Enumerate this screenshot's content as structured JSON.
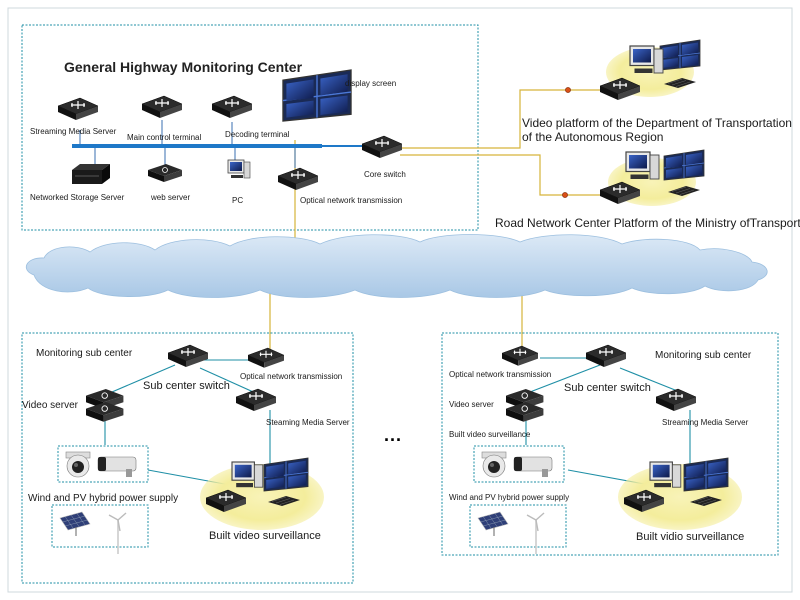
{
  "title": "General Highway Monitoring Center",
  "colors": {
    "box_border": "#1f8fa6",
    "fiber_line": "#d6b43a",
    "bus_line": "#1e78c8",
    "net_line": "#1f8fa6",
    "connector_dot": "#d94f17",
    "cloud": "#bcd7ee",
    "accent_yellow_glow": "#f4ed9c"
  },
  "main_center": {
    "labels": {
      "display_screen": "display screen",
      "streaming_media_server": "Streaming Media Server",
      "main_control_terminal": "Main control terminal",
      "decoding_terminal": "Decoding terminal",
      "core_switch": "Core switch",
      "networked_storage_server": "Networked Storage Server",
      "web_server": "web server",
      "pc": "PC",
      "optical_network_transmission": "Optical network transmission"
    }
  },
  "external_platforms": [
    {
      "label": "Video platform of the Department of Transportation\nof the Autonomous Region"
    },
    {
      "label": "Road Network Center Platform of the Ministry ofTransport"
    }
  ],
  "sub_centers": [
    {
      "title": "Monitoring sub center",
      "sub_center_switch": "Sub center switch",
      "optical_network_transmission": "Optical network transmission",
      "video_server": "Video server",
      "streaming_media_server": "Steaming Media Server",
      "power_supply": "Wind and PV hybrid power supply",
      "built_video_surveillance": "Built video surveillance"
    },
    {
      "title": "Monitoring sub center",
      "sub_center_switch": "Sub center switch",
      "optical_network_transmission": "Optical network transmission",
      "video_server": "Video server",
      "built_video_surveillance_small": "Built video surveillance",
      "streaming_media_server": "Streaming Media Server",
      "power_supply": "Wind and PV hybrid power supply",
      "built_video_surveillance": "Built vidio surveillance"
    }
  ],
  "ellipsis": "...",
  "icons": [
    "switch-icon",
    "server-icon",
    "monitor-wall-icon",
    "pc-icon",
    "camera-icon",
    "solar-panel-icon",
    "wind-turbine-icon",
    "cloud-icon",
    "workstation-icon"
  ]
}
